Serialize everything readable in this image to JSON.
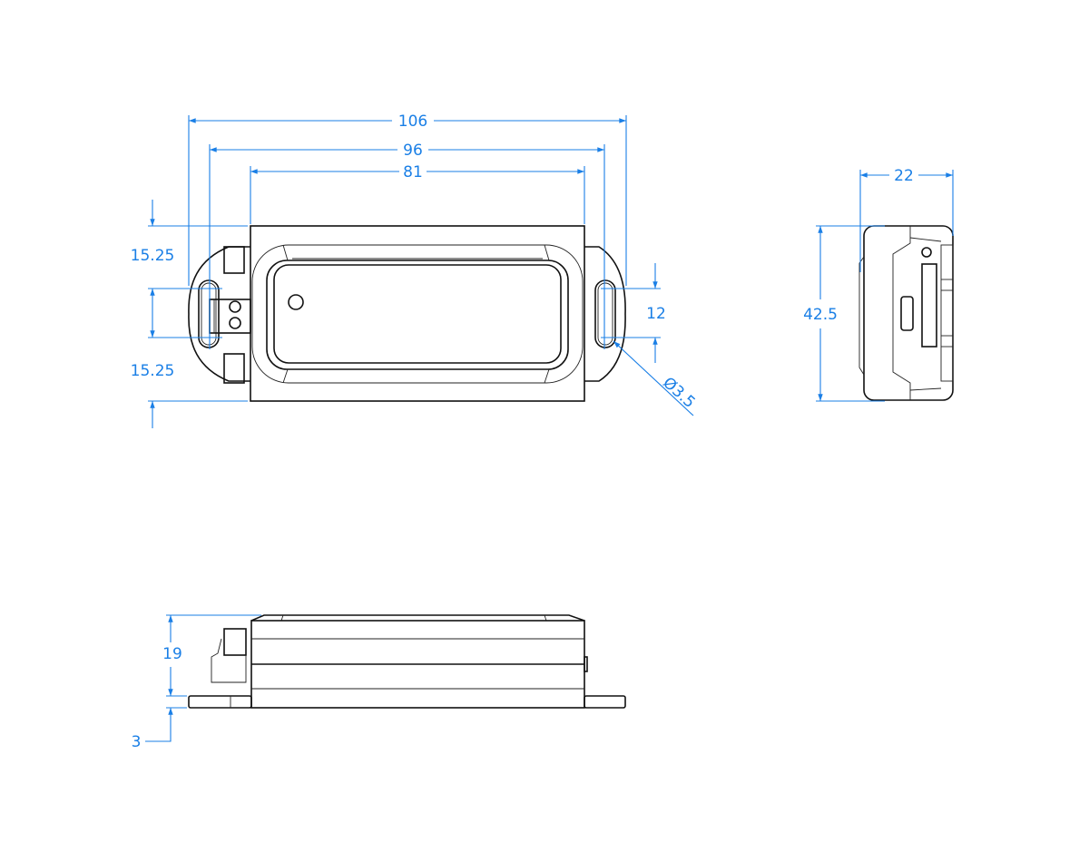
{
  "drawing": {
    "colors": {
      "dimension": "#1a7fe6",
      "outline": "#111111"
    },
    "top_view": {
      "overall_length": "106",
      "hole_spacing": "96",
      "body_length": "81",
      "offset_top": "15.25",
      "offset_bottom": "15.25",
      "slot_length": "12",
      "hole_diameter": "Ø3.5"
    },
    "side_view": {
      "width": "22",
      "height": "42.5"
    },
    "front_view": {
      "body_height": "19",
      "flange_thickness": "3"
    }
  }
}
